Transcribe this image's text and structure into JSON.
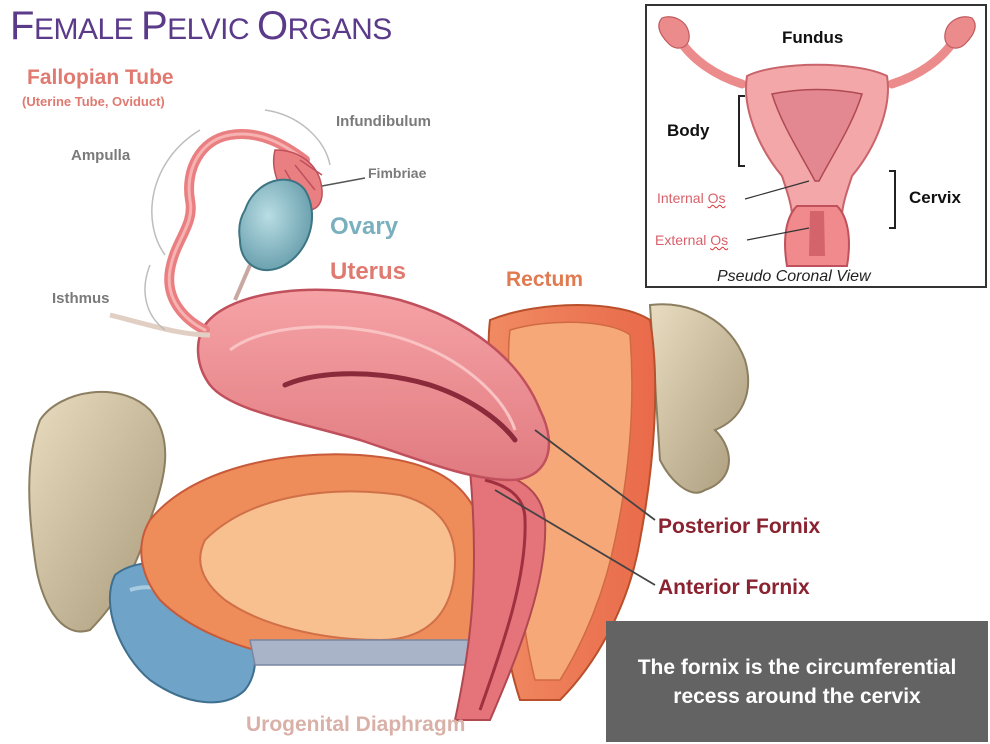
{
  "title": {
    "first": "F",
    "rest1": "emale ",
    "p": "P",
    "rest2": "elvic ",
    "o": "O",
    "rest3": "rgans"
  },
  "labels": {
    "fallopian_tube": "Fallopian Tube",
    "fallopian_sub": "(Uterine Tube, Oviduct)",
    "infundibulum": "Infundibulum",
    "ampulla": "Ampulla",
    "fimbriae": "Fimbriae",
    "ovary": "Ovary",
    "uterus": "Uterus",
    "rectum": "Rectum",
    "isthmus": "Isthmus",
    "posterior_fornix": "Posterior Fornix",
    "anterior_fornix": "Anterior Fornix",
    "urogenital_diaphragm": "Urogenital Diaphragm"
  },
  "inset": {
    "fundus": "Fundus",
    "body": "Body",
    "cervix": "Cervix",
    "internal_os_a": "Internal ",
    "internal_os_b": "Os",
    "external_os_a": "External ",
    "external_os_b": "Os",
    "caption": "Pseudo Coronal View"
  },
  "note": "The fornix is the circumferential recess around the cervix",
  "colors": {
    "title": "#5b3a8a",
    "label_gray": "#7a7a7a",
    "label_pink": "#e07a70",
    "label_maroon": "#8a2230",
    "ovary": "#7ab0bd",
    "note_bg": "#636363"
  }
}
